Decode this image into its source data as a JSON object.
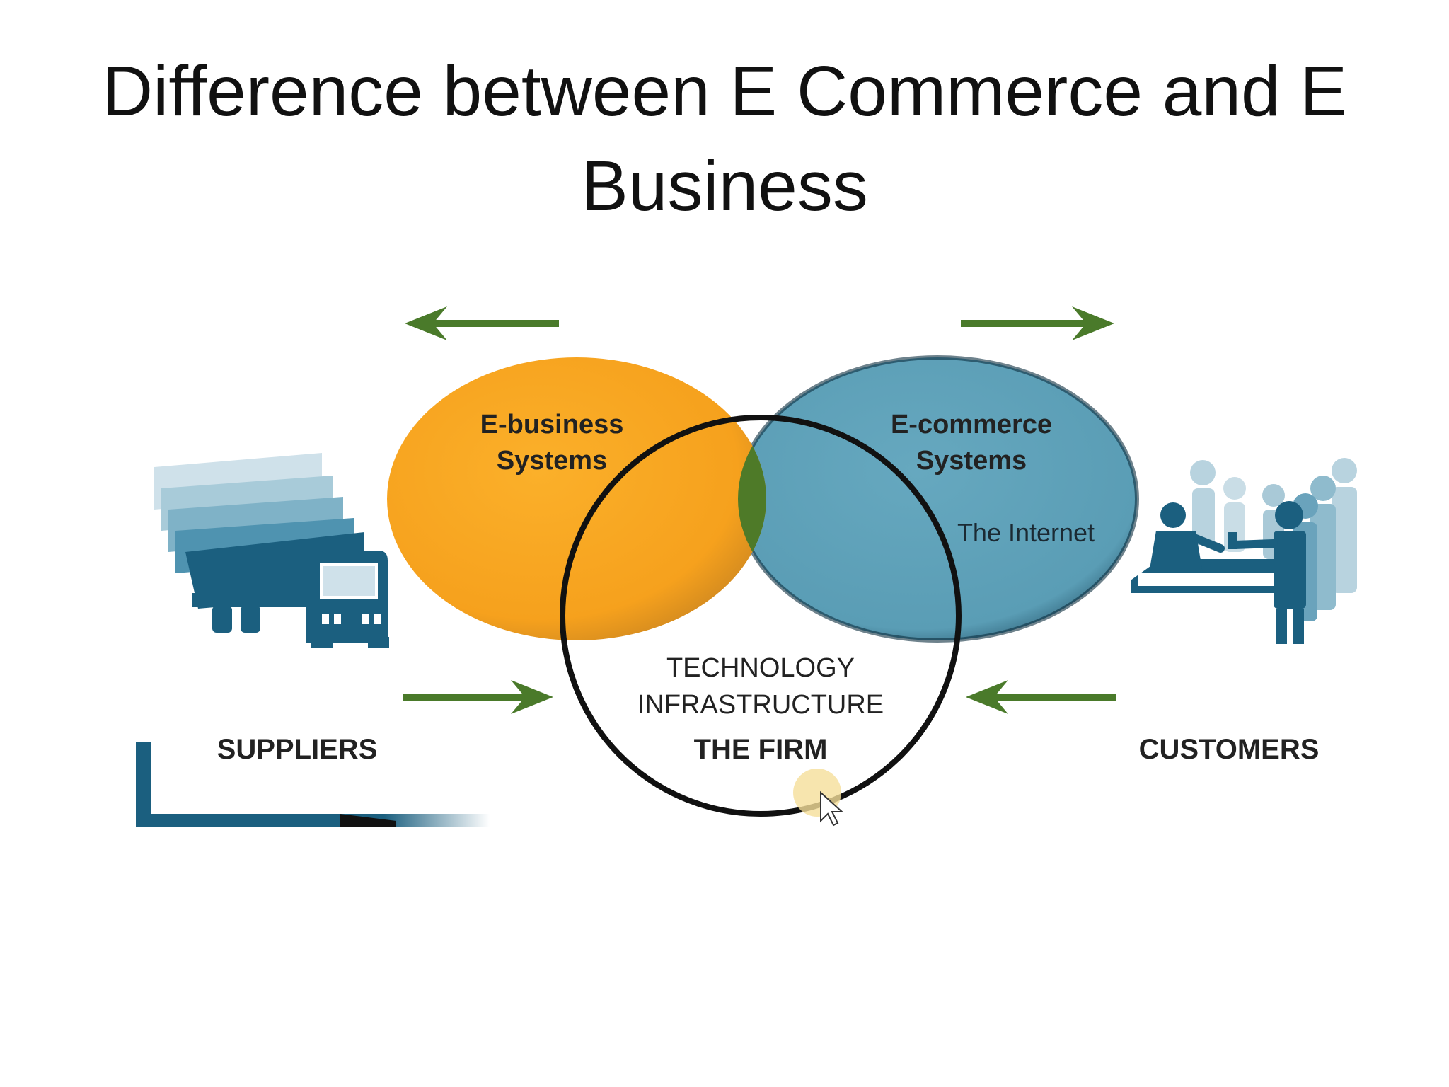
{
  "slide": {
    "title": "Difference between E Commerce and E Business"
  },
  "diagram": {
    "ebusiness_label_line1": "E-business",
    "ebusiness_label_line2": "Systems",
    "ecommerce_label_line1": "E-commerce",
    "ecommerce_label_line2": "Systems",
    "internet_label": "The Internet",
    "technology_line1": "TECHNOLOGY",
    "technology_line2": "INFRASTRUCTURE",
    "firm_label": "THE FIRM",
    "suppliers_label": "SUPPLIERS",
    "customers_label": "CUSTOMERS"
  },
  "colors": {
    "ebusiness": "#f7a523",
    "ecommerce": "#5fa1b8",
    "overlap": "#4e7a28",
    "arrow": "#4a7a2a",
    "icon_dark": "#1b5f7f",
    "firm_ring": "#111111"
  },
  "icons": {
    "suppliers": "truck-icon",
    "customers": "people-counter-icon",
    "cursor": "mouse-cursor-icon"
  }
}
